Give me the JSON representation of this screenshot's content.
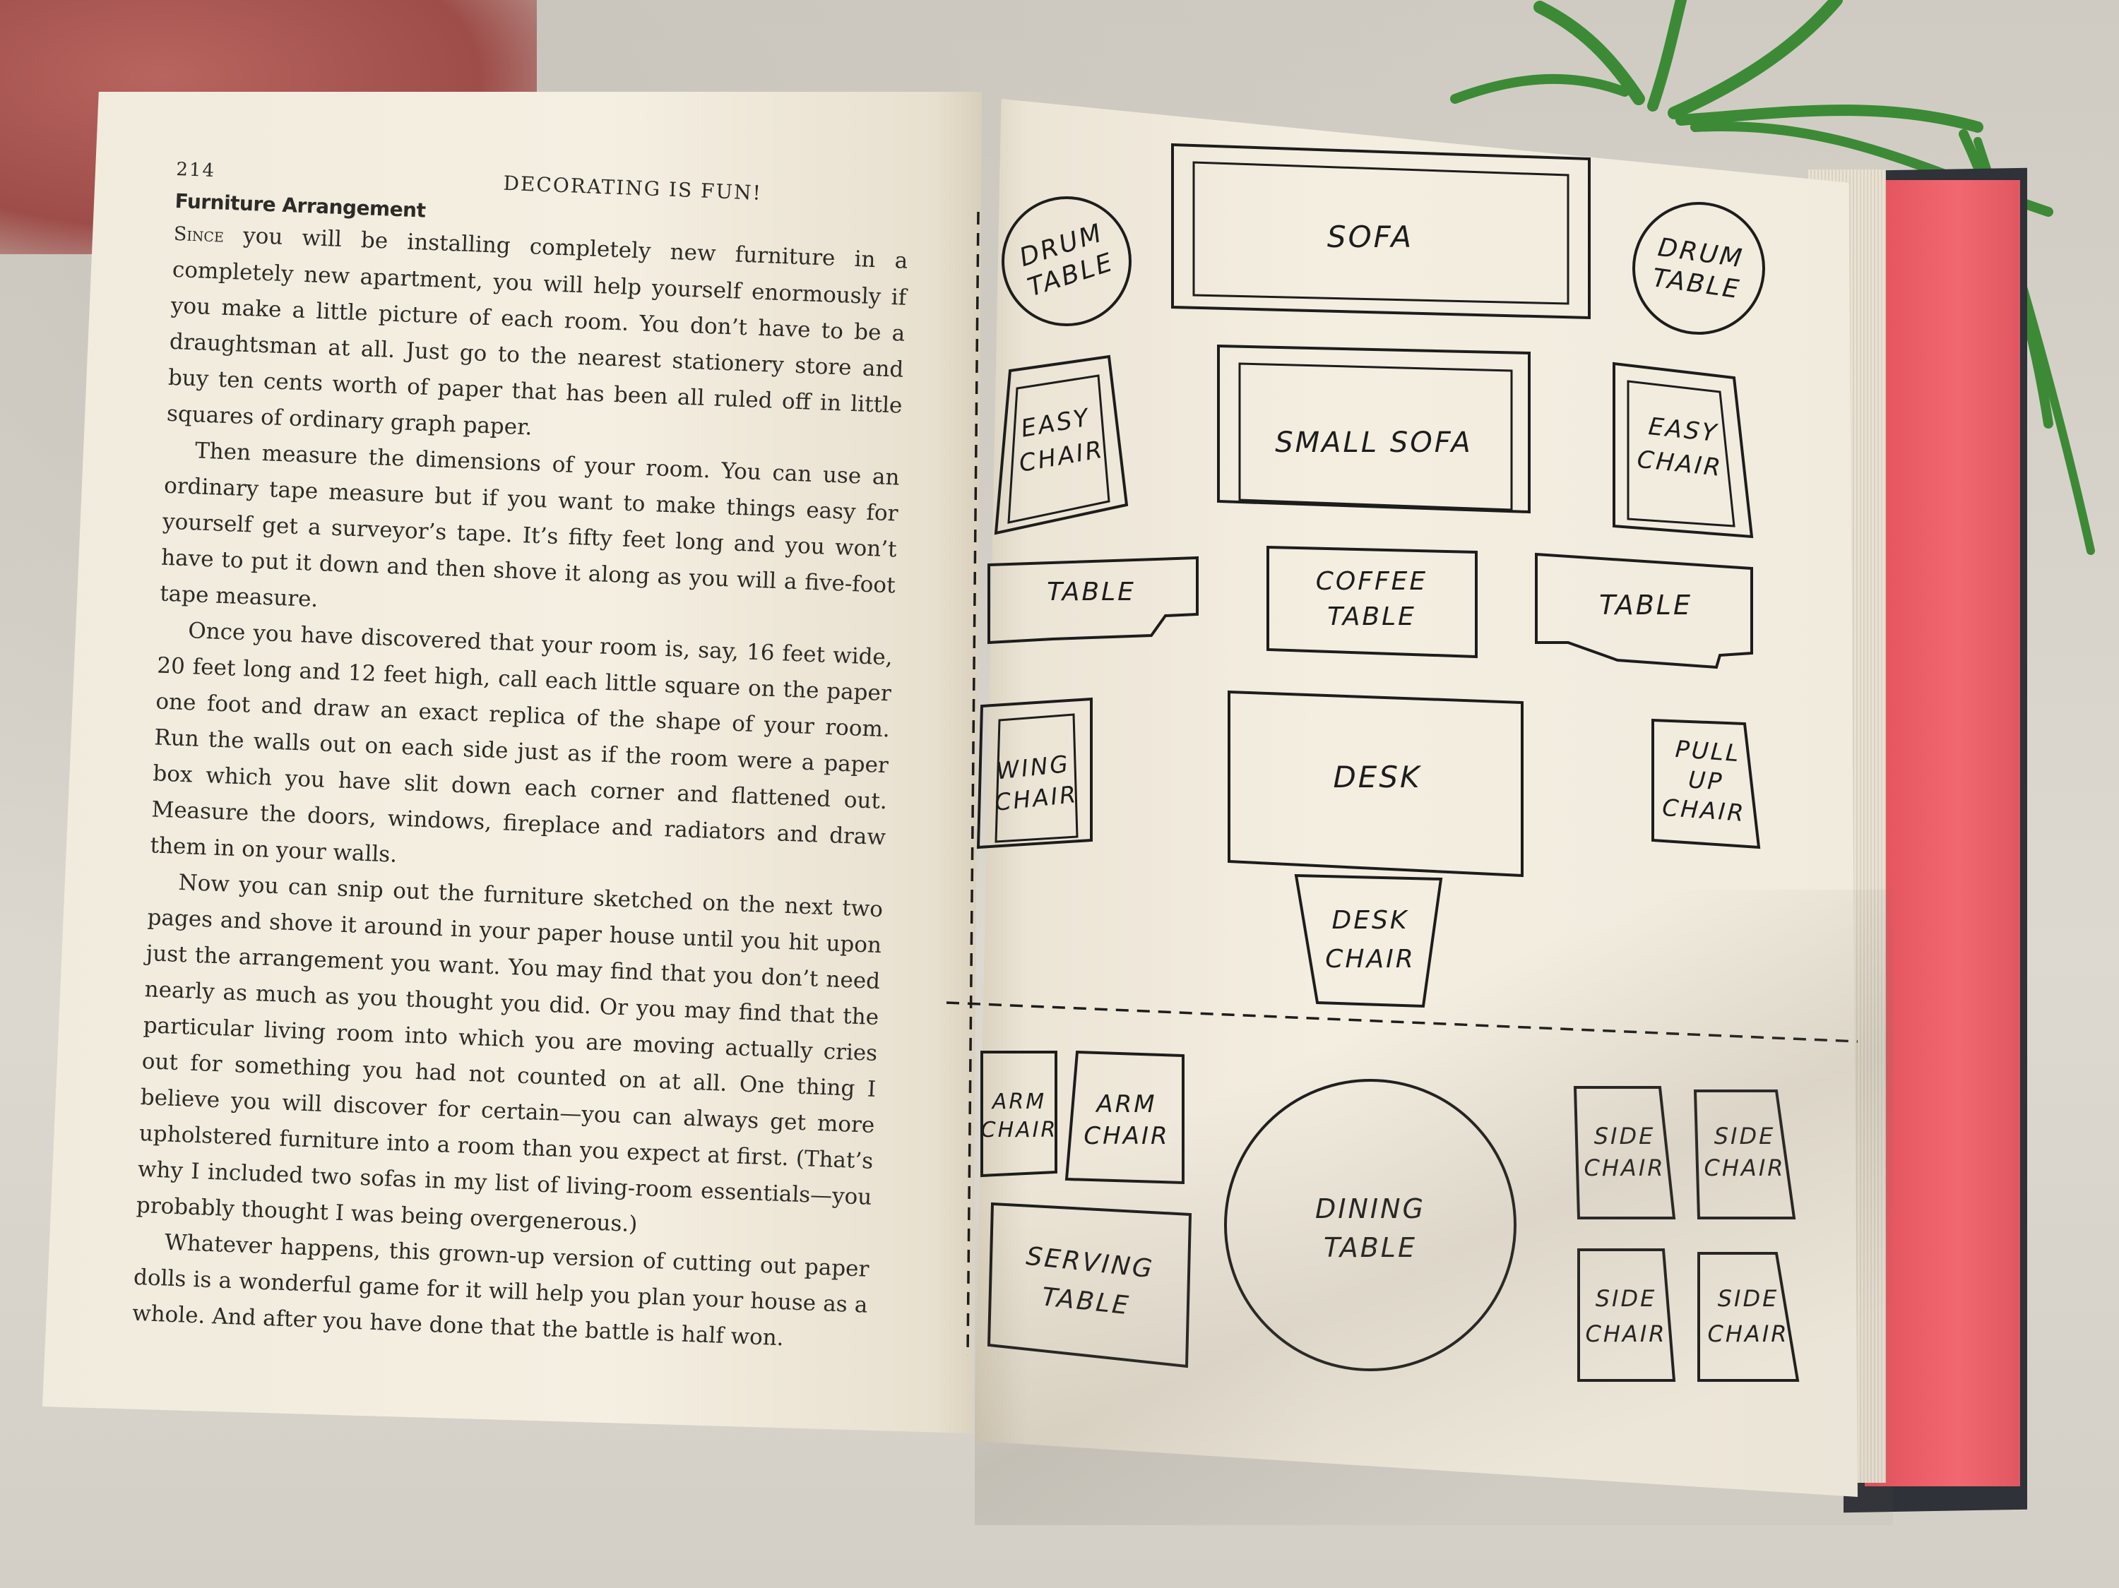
{
  "left_page": {
    "page_number": "214",
    "running_head": "DECORATING IS FUN!",
    "section_heading": "Furniture Arrangement",
    "paragraphs": [
      {
        "lead": "Since",
        "text": " you will be installing completely new furniture in a completely new apartment, you will help yourself enormously if you make a little picture of each room. You don’t have to be a draughtsman at all. Just go to the nearest stationery store and buy ten cents worth of paper that has been all ruled off in little squares of ordinary graph paper."
      },
      {
        "lead": "",
        "text": "Then measure the dimensions of your room. You can use an ordinary tape measure but if you want to make things easy for yourself get a surveyor’s tape. It’s fifty feet long and you won’t have to put it down and then shove it along as you will a five-foot tape measure."
      },
      {
        "lead": "",
        "text": "Once you have discovered that your room is, say, 16 feet wide, 20 feet long and 12 feet high, call each little square on the paper one foot and draw an exact replica of the shape of your room. Run the walls out on each side just as if the room were a paper box which you have slit down each corner and flattened out. Measure the doors, windows, fireplace and radiators and draw them in on your walls."
      },
      {
        "lead": "",
        "text": "Now you can snip out the furniture sketched on the next two pages and shove it around in your paper house until you hit upon just the arrangement you want. You may find that you don’t need nearly as much as you thought you did. Or you may find that the particular living room into which you are moving actually cries out for something you had not counted on at all. One thing I believe you will discover for certain—you can always get more upholstered furniture into a room than you expect at first. (That’s why I included two sofas in my list of living-room essentials—you probably thought I was being overgenerous.)"
      },
      {
        "lead": "",
        "text": "Whatever happens, this grown-up version of cutting out paper dolls is a wonderful game for it will help you plan your house as a whole. And after you have done that the battle is half won."
      }
    ]
  },
  "right_page": {
    "pieces": {
      "drum_table_left": [
        "DRUM",
        "TABLE"
      ],
      "sofa": [
        "SOFA"
      ],
      "drum_table_right": [
        "DRUM",
        "TABLE"
      ],
      "easy_chair_left": [
        "EASY",
        "CHAIR"
      ],
      "small_sofa": [
        "SMALL SOFA"
      ],
      "easy_chair_right": [
        "EASY",
        "CHAIR"
      ],
      "table_left": [
        "TABLE"
      ],
      "coffee_table": [
        "COFFEE",
        "TABLE"
      ],
      "table_right": [
        "TABLE"
      ],
      "wing_chair": [
        "WING",
        "CHAIR"
      ],
      "desk": [
        "DESK"
      ],
      "pull_up_chair": [
        "PULL",
        "UP",
        "CHAIR"
      ],
      "desk_chair": [
        "DESK",
        "CHAIR"
      ],
      "arm_chair_small": [
        "ARM",
        "CHAIR"
      ],
      "arm_chair_large": [
        "ARM",
        "CHAIR"
      ],
      "dining_table": [
        "DINING",
        "TABLE"
      ],
      "side_chair_1": [
        "SIDE",
        "CHAIR"
      ],
      "side_chair_2": [
        "SIDE",
        "CHAIR"
      ],
      "serving_table": [
        "SERVING",
        "TABLE"
      ],
      "side_chair_3": [
        "SIDE",
        "CHAIR"
      ],
      "side_chair_4": [
        "SIDE",
        "CHAIR"
      ]
    }
  },
  "colors": {
    "paper": "#f3eddf",
    "ink": "#1d1d1d",
    "book_edge": "#f26870",
    "cover": "#2f3238",
    "cushion": "#a9524e",
    "plant": "#3c8a35"
  }
}
